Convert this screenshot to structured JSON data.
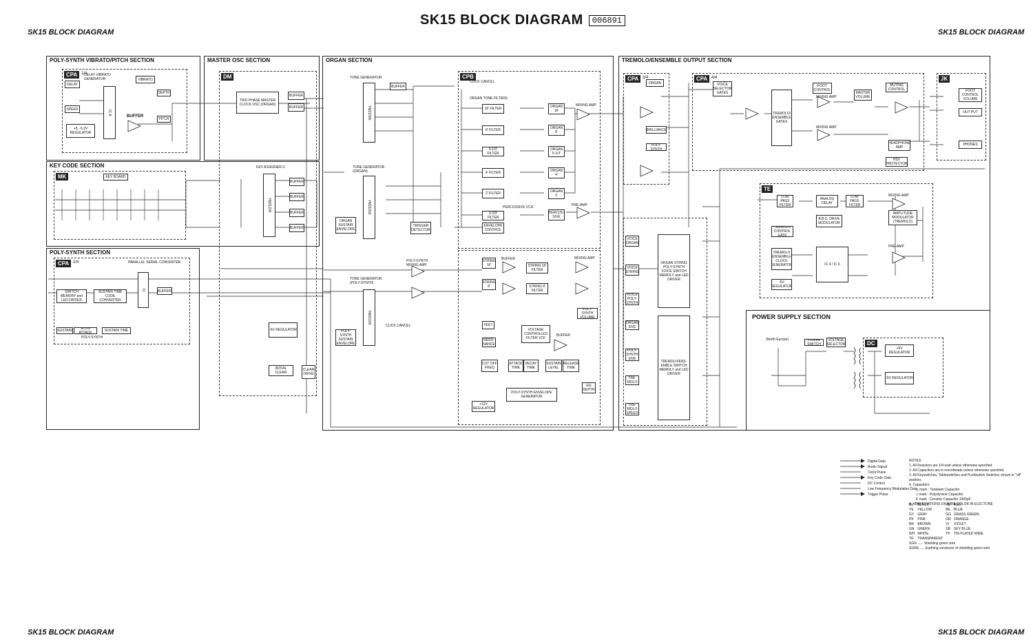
{
  "page": {
    "title": "SK15 BLOCK DIAGRAM",
    "doc_number": "006891",
    "corner_label": "SK15 BLOCK DIAGRAM"
  },
  "sections": {
    "vibrato": "POLY-SYNTH VIBRATO/PITCH SECTION",
    "master_osc": "MASTER OSC SECTION",
    "organ": "ORGAN SECTION",
    "tremolo": "TREMOLO/ENSEMBLE OUTPUT SECTION",
    "key_code": "KEY CODE SECTION",
    "poly_synth": "POLY-SYNTH SECTION",
    "power": "POWER SUPPLY SECTION"
  },
  "boards": {
    "cpa": "CPA",
    "dm": "DM",
    "cpb": "CPB",
    "mk": "MK",
    "jk": "JK",
    "te": "TE",
    "dc": "DC",
    "cpa_frac_1": "1/4",
    "cpa_frac_2": "2/4",
    "cpa_frac_3": "3/4",
    "cpa_frac_4": "4/4"
  },
  "blocks": {
    "delay": "DELAY",
    "speed": "SPEED",
    "vibrato": "VIBRATO",
    "delay_vibrato_gen": "DELAY VIBRATO GENERATOR",
    "regulator_5v": "+5, -5.2V REGULATOR",
    "buffer": "BUFFER",
    "depth": "DEPTH",
    "pitch": "PITCH",
    "master_clock": "TWO PHASE MASTER CLOCK OSC (ORGAN)",
    "tone_generator": "TONE GENERATOR",
    "tone_generator_organ": "TONE GENERATOR (ORGAN)",
    "tone_generator_poly": "TONE GENERATOR (POLY-SYNTH)",
    "organ_sustain_env": "ORGAN SUSTAIN ENVELOPE",
    "trigger_detector": "TRIGGER DETECTOR",
    "click_cancel": "CLICK CANCEL",
    "organ_tone_filters": "ORGAN TONE FILTERS",
    "filter_16": "16' FILTER",
    "filter_8": "8' FILTER",
    "filter_513": "5-1/3' FILTER",
    "filter_4": "4' FILTER",
    "filter_2": "2' FILTER",
    "filter_223": "2-2/3' FILTER",
    "organ_16": "ORGAN 16'",
    "organ_8": "ORGAN 8'",
    "organ_513": "ORGAN 5-1/3'",
    "organ_4": "ORGAN 4'",
    "organ_2": "ORGAN 2'",
    "percussive_vca": "PERCUSSIVE-VCA",
    "envelope_control": "ENVELOPE CONTROL",
    "percussive": "PERCUS-SIVE",
    "mixing_amp": "MIXING AMP",
    "pre_amp": "PRE-AMP",
    "key_board": "KEY BOARD",
    "key_assigner": "KEY ASSIGNER-C",
    "parallel_serial": "PARALLEL SERIAL CONVERTER",
    "switch_memory": "SWITCH MEMORY and LED DRIVER",
    "sustain_time_code": "SUSTAIN TIME CODE CONVERTER",
    "sustain": "SUSTAIN",
    "slow_attack": "SLOW ATTACK",
    "sustain_time": "SUSTAIN TIME",
    "poly_synth": "POLY-SYNTH",
    "regulator_minus5": "-5V REGULATOR",
    "initial_clear": "INITIAL CLEAR",
    "clear_drive": "CLEAR DRIVE",
    "poly_synth_env": "POLY-SYNTH SUSTAIN ENVELOPE",
    "poly_synth_mixing": "POLY-SYNTH MIXING AMP",
    "string_16": "STRING 16'",
    "string_8": "STRING 8'",
    "string_16_filter": "STRING 16' FILTER",
    "string_8_filter": "STRING 8' FILTER",
    "feet": "FEET",
    "resonance": "RESO-NANCE",
    "vcf": "VOLTAGE CONTROLLED FILTER VCF",
    "poly_synth_volume": "POLY-SYNTH VOLUME",
    "cut_off_freq": "CUT OFF FREQ",
    "attack_time": "ATTACK TIME",
    "decay_time": "DECAY TIME",
    "sustain_level": "SUSTAIN LEVEL",
    "release_time": "RELEASE TIME",
    "eg_depth": "EG DEPTH",
    "env_generator": "POLY-SYNTH ENVELOPE GENERATOR",
    "regulator_12v": "+12V REGULATOR",
    "organ_cpa": "ORGAN",
    "brilliance": "BRILLIANCE",
    "poly_synth_cpa": "POLY-SYNTH",
    "voice_selector": "VOICE SELECTOR GATES",
    "tremolo_ensemble_gates": "TREMOLO/ ENSEMBLE GATES",
    "foot_control": "FOOT CONTROL",
    "master_volume": "MASTER VOLUME",
    "muting_control": "MUTING CONTROL",
    "headphone_amp": "HEADPHONE AMP",
    "hsv_protector": "HSV PROTECTOR",
    "foot_control_volume": "FOOT CONTROL VOLUME",
    "out_put": "OUT PUT",
    "phones": "PHONES",
    "voice_organ": "VOICE ORGAN",
    "voice_string": "VOICE STRING",
    "voice_poly": "VOICE POLY-SYNTH",
    "organ_ens": "ORGAN ENS",
    "poly_ens": "POLY-SYNTH ENS",
    "tremolo_btn": "TRE-MOLO",
    "tremolo_speed": "TRE-MOLO SPEED",
    "organ_string_driver": "ORGAN STRING POLY-SYNTH VOICE SWITCH MEMOLY and LED DRIVER",
    "tremolo_ens_driver": "TREMOLO/ENS-EMBLE SWITCH MEMOLY and LED DRIVER",
    "low_pass_1": "LOW PASS FILTER",
    "analog_delay": "ANALOG DELAY",
    "low_pass_2": "LOW PASS FILTER",
    "bbd_drive": "B.B.D. DRIVE MODULATOR",
    "tremolo_control_gate": "TREMOLO CONTROL GATE",
    "tremolo_clock_gen": "TREMOLO ENSEMBLE CLOCK GENERATOR",
    "amplitude_modulator": "AMPLITUDE MODULATOR (TREMOLO)",
    "regulator_minus5_te": "-5V REGULATOR",
    "north_europe": "(North Europe)",
    "power_switch": "POWER SWITCH",
    "voltage_selector": "VOLTAGE SELECTOR",
    "regulator_plus5": "+5V REGULATOR",
    "regulator_minus5_dc": "-5V REGULATOR"
  },
  "legend": [
    "Digital Data",
    "Audio Signal",
    "Clock Pulse",
    "Key Code Data",
    "DC Control",
    "Low Frequency Modulation Data",
    "Trigger Pulse"
  ],
  "notes": {
    "heading": "NOTES:",
    "items": [
      "1. All Resistors are 1/4 watt unless otherwise specified.",
      "2. All Capacitors are in microfarads unless otherwise specified.",
      "3. All Keyswitches, Tableswitches and Pushbutton Switches shown in \"off\" position.",
      "4. Capacitors",
      "△ mark : Tantalum Capacitor",
      "□ mark : Polystyrene Capacitor",
      "K mark : Ceramic Capacitor 1000pF",
      "5. ABBREVIATIONS OF WIRE COLOR IN ELECTONE"
    ]
  },
  "wire_colors": [
    [
      "BL",
      "BLACK",
      "RE",
      "RED"
    ],
    [
      "YE",
      "YELLOW",
      "BE",
      "BLUE"
    ],
    [
      "GY",
      "GRAY",
      "GG",
      "GRASS GREEN"
    ],
    [
      "PK",
      "PINK",
      "OR",
      "ORANGE"
    ],
    [
      "BR",
      "BROWN",
      "VI",
      "VIOLET"
    ],
    [
      "GN",
      "GREEN",
      "SB",
      "SKY BLUE"
    ],
    [
      "WH",
      "WHITE",
      "TP",
      "TIN PLATED WIRE"
    ],
    [
      "TR",
      "TRANSPARENT",
      "",
      ""
    ]
  ],
  "shield_notes": [
    "SGN ...... Shielding green wire",
    "SGRE...... Earthing conductor of shielding green wire"
  ]
}
